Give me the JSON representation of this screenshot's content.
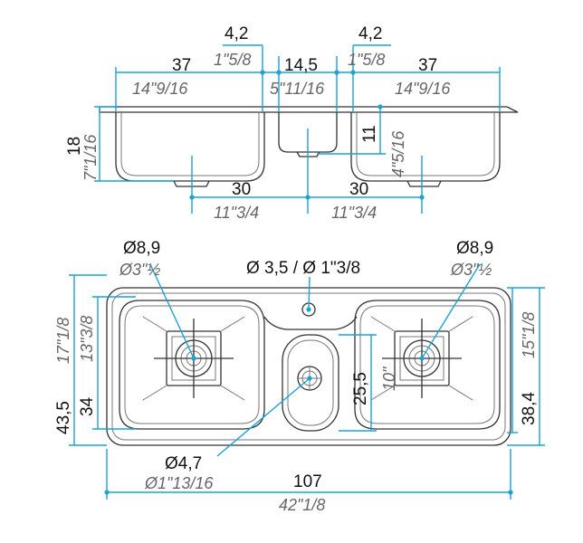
{
  "side_view": {
    "left_bowl_width_cm": "37",
    "left_bowl_width_in": "14\"9/16",
    "right_bowl_width_cm": "37",
    "right_bowl_width_in": "14\"9/16",
    "left_gap_cm": "4,2",
    "left_gap_in": "1\"5/8",
    "right_gap_cm": "4,2",
    "right_gap_in": "1\"5/8",
    "middle_width_cm": "14,5",
    "middle_width_in": "5\"11/16",
    "depth_cm": "18",
    "depth_in": "7\"1/16",
    "small_depth_cm": "11",
    "small_depth_in": "4\"5/16",
    "left_drain_cm": "30",
    "left_drain_in": "11\"3/4",
    "right_drain_cm": "30",
    "right_drain_in": "11\"3/4"
  },
  "top_view": {
    "left_drain_dia_cm": "Ø8,9",
    "left_drain_dia_in": "Ø3\"½",
    "right_drain_dia_cm": "Ø8,9",
    "right_drain_dia_in": "Ø3\"½",
    "tap_hole_label": "Ø 3,5 / Ø 1\"3/8",
    "small_drain_dia_cm": "Ø4,7",
    "small_drain_dia_in": "Ø1\"13/16",
    "total_width_cm": "107",
    "total_width_in": "42\"1/8",
    "total_depth_cm": "43,5",
    "total_depth_in": "17\"1/8",
    "bowl_depth_cm": "34",
    "bowl_depth_in": "13\"3/8",
    "small_bowl_depth_cm": "25,5",
    "small_bowl_depth_in": "10\"",
    "right_bowl_depth_cm": "38,4",
    "right_bowl_depth_in": "15\"1/8"
  }
}
